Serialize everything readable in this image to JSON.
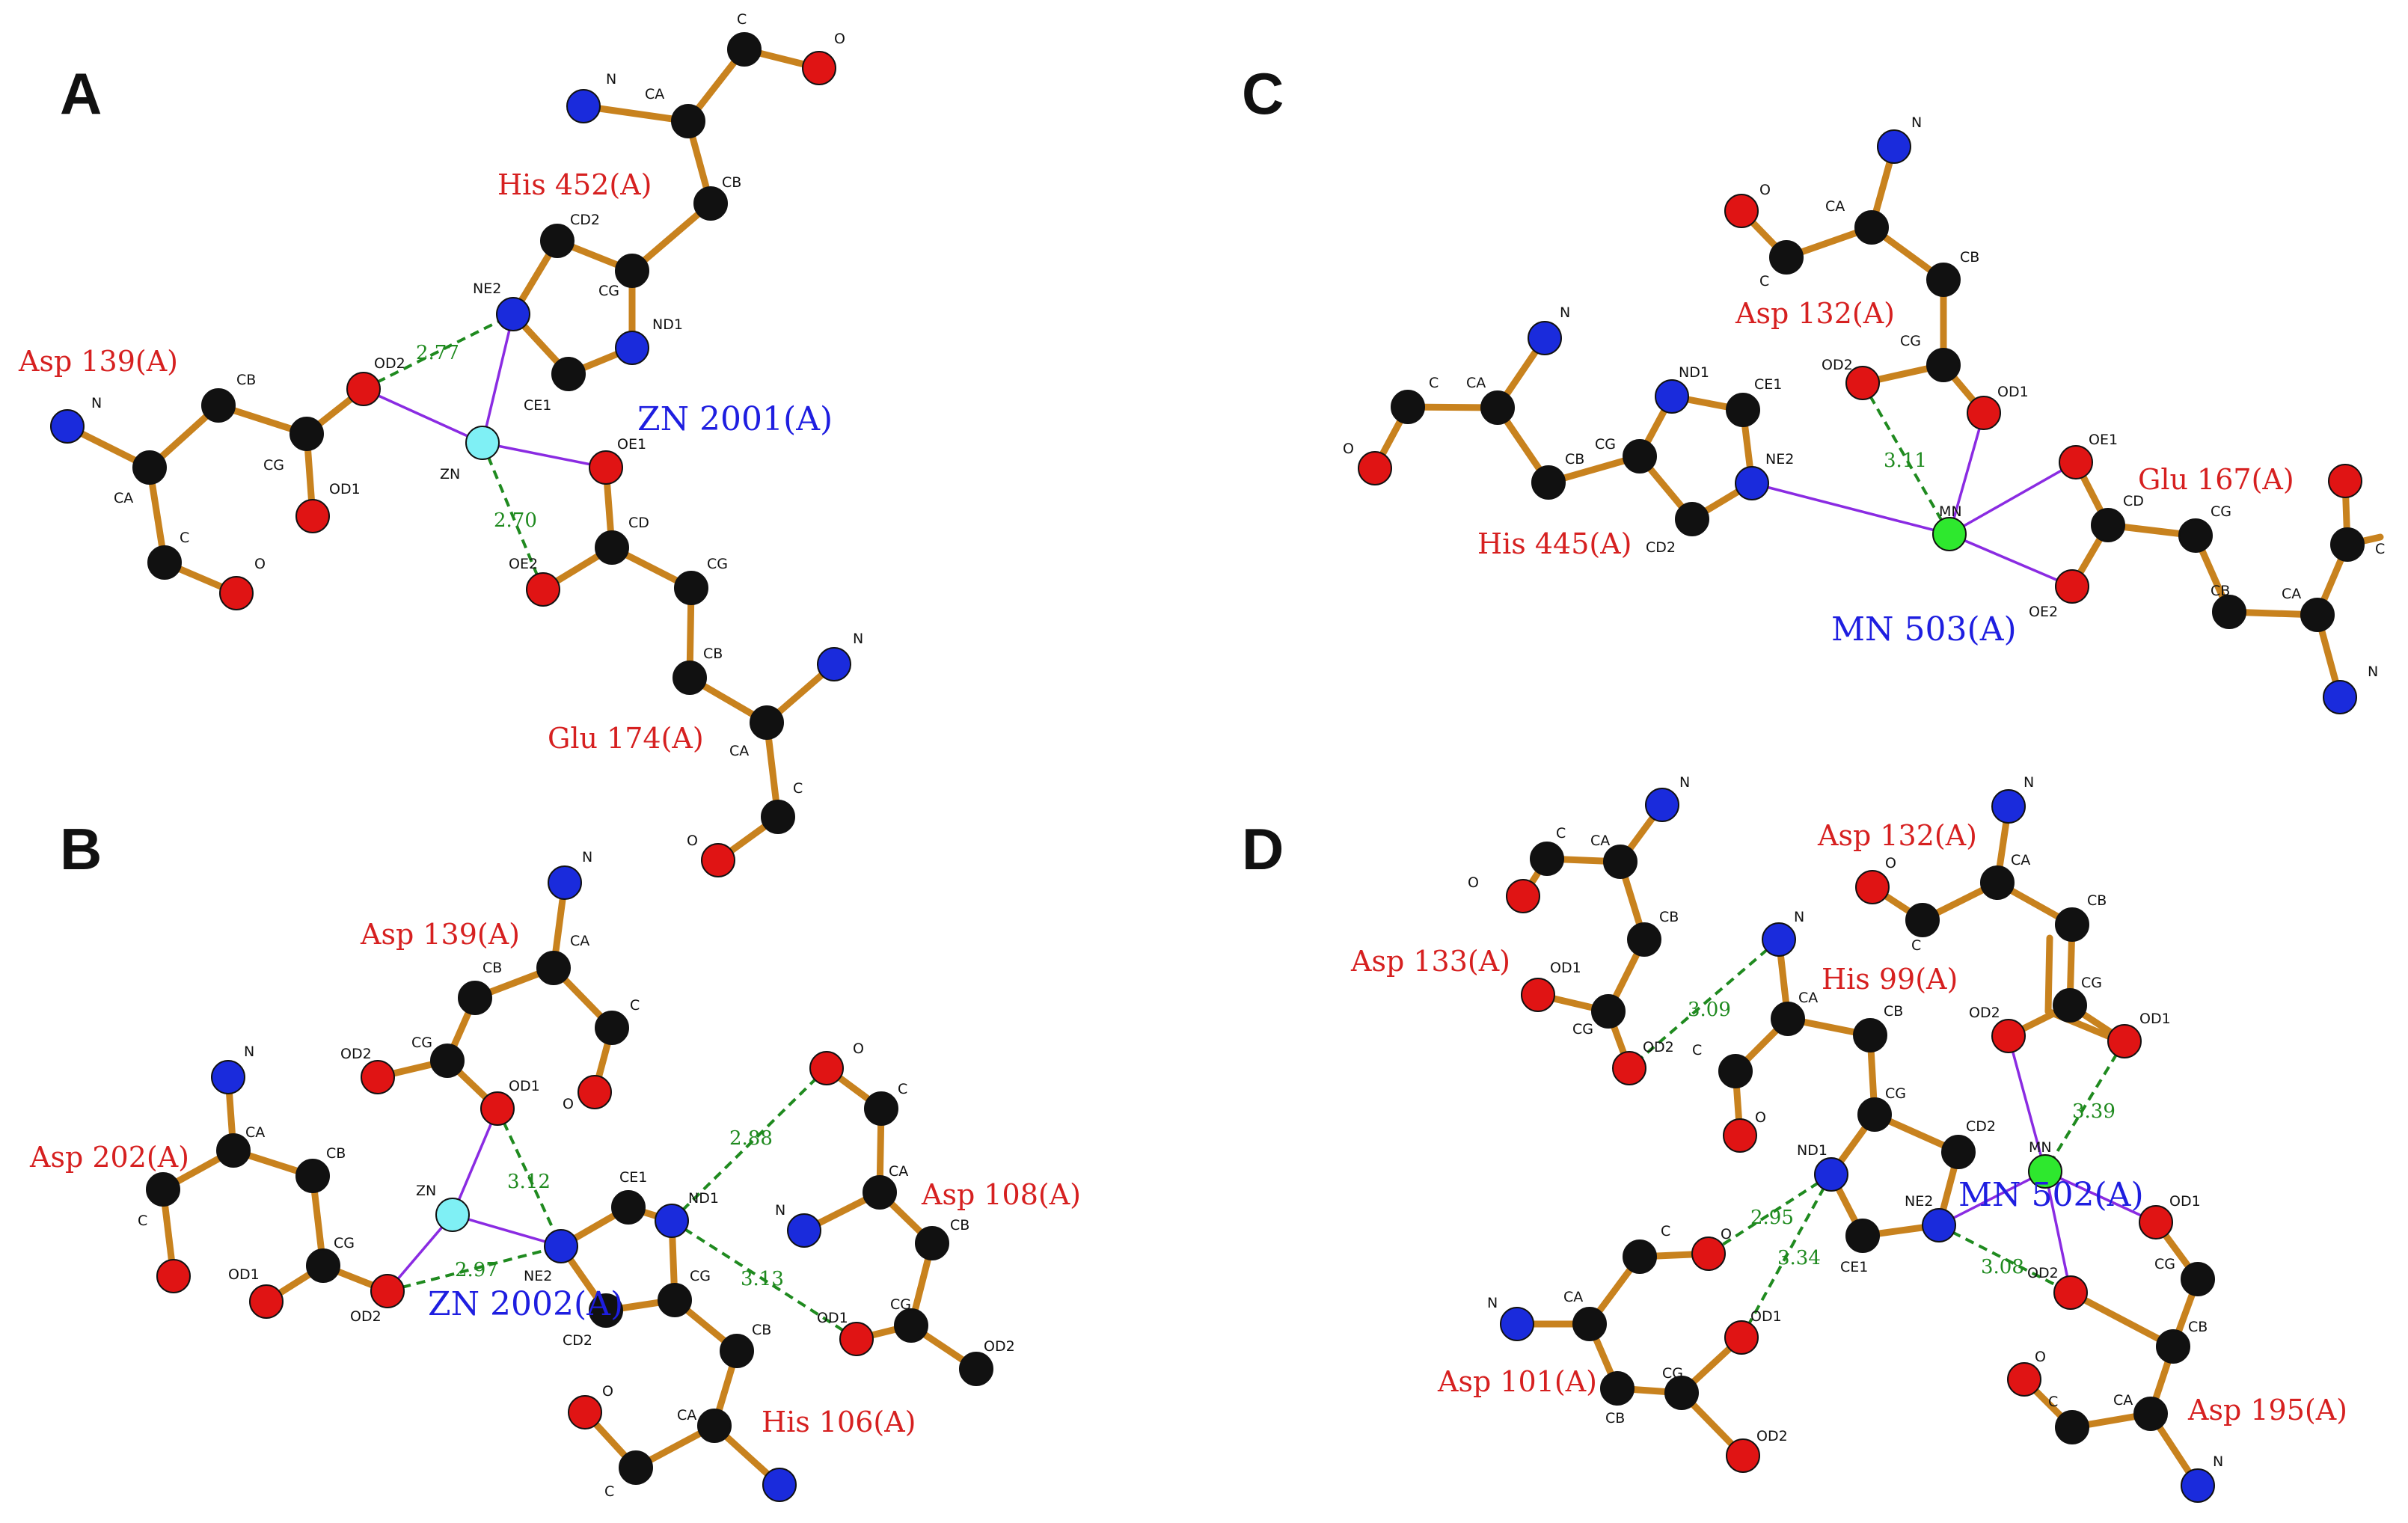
{
  "colors": {
    "bond": "#c8821e",
    "carbon": "#111111",
    "nitrogen": "#1a2bdc",
    "oxygen": "#e01414",
    "zinc": "#7ff0f5",
    "manganese": "#2ee82e",
    "coordination_bond": "#8a2be2",
    "hydrogen_bond": "#1f8a1f",
    "residue_label": "#d62020",
    "metal_label": "#1e1ee0"
  },
  "panels": [
    {
      "letter": "A",
      "metal": "ZN 2001(A)",
      "residues": [
        "His 452(A)",
        "Asp 139(A)",
        "Glu 174(A)"
      ],
      "distances": [
        "2.77",
        "2.70"
      ]
    },
    {
      "letter": "B",
      "metal": "ZN 2002(A)",
      "residues": [
        "Asp 139(A)",
        "Asp 202(A)",
        "Asp 108(A)",
        "His 106(A)"
      ],
      "distances": [
        "3.12",
        "2.97",
        "2.88",
        "3.13"
      ]
    },
    {
      "letter": "C",
      "metal": "MN 503(A)",
      "residues": [
        "Asp 132(A)",
        "His 445(A)",
        "Glu 167(A)"
      ],
      "distances": [
        "3.11"
      ]
    },
    {
      "letter": "D",
      "metal": "MN 502(A)",
      "residues": [
        "Asp 133(A)",
        "Asp 132(A)",
        "His 99(A)",
        "Asp 101(A)",
        "Asp 195(A)"
      ],
      "distances": [
        "3.09",
        "3.39",
        "2.95",
        "3.34",
        "3.08"
      ]
    }
  ]
}
